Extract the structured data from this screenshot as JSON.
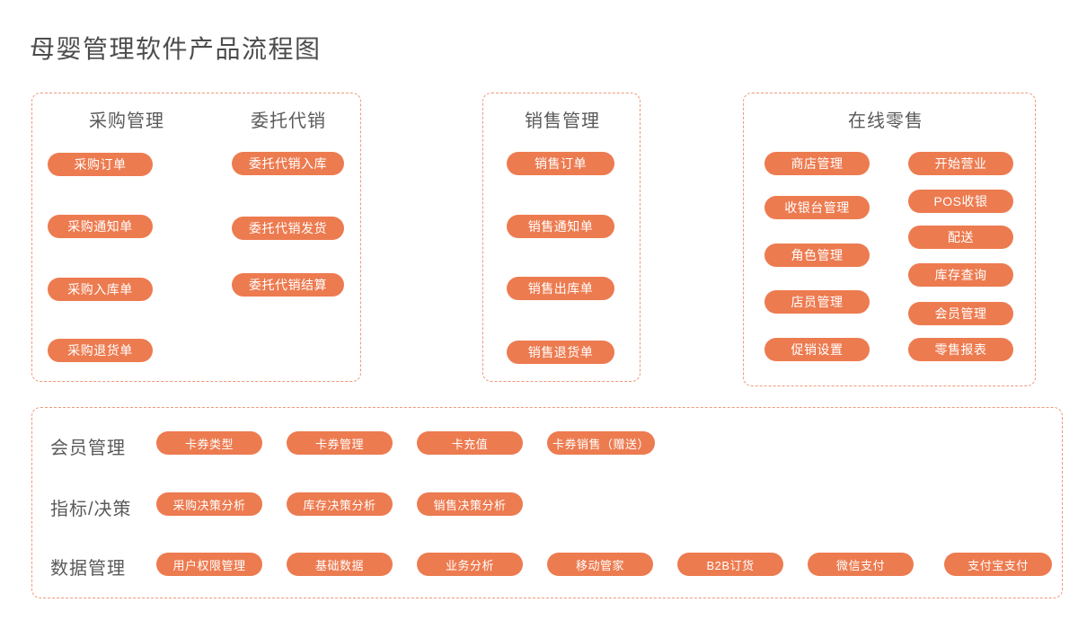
{
  "title": "母婴管理软件产品流程图",
  "colors": {
    "pill_fill": "#ed7b50",
    "dashed_border": "#f0997a",
    "heading_text": "#5a5a5a",
    "title_text": "#4c4c4c",
    "pill_text": "#ffffff"
  },
  "panels": [
    {
      "name": "purchase-consignment",
      "columns": [
        {
          "header": "采购管理",
          "items": [
            "采购订单",
            "采购通知单",
            "采购入库单",
            "采购退货单"
          ]
        },
        {
          "header": "委托代销",
          "items": [
            "委托代销入库",
            "委托代销发货",
            "委托代销结算"
          ]
        }
      ]
    },
    {
      "name": "sales",
      "columns": [
        {
          "header": "销售管理",
          "items": [
            "销售订单",
            "销售通知单",
            "销售出库单",
            "销售退货单"
          ]
        }
      ]
    },
    {
      "name": "online-retail",
      "header": "在线零售",
      "columns": [
        {
          "items": [
            "商店管理",
            "收银台管理",
            "角色管理",
            "店员管理",
            "促销设置"
          ]
        },
        {
          "items": [
            "开始营业",
            "POS收银",
            "配送",
            "库存查询",
            "会员管理",
            "零售报表"
          ]
        }
      ]
    }
  ],
  "bottom_panel": {
    "rows": [
      {
        "label": "会员管理",
        "items": [
          "卡券类型",
          "卡券管理",
          "卡充值",
          "卡券销售（赠送）"
        ]
      },
      {
        "label": "指标/决策",
        "items": [
          "采购决策分析",
          "库存决策分析",
          "销售决策分析"
        ]
      },
      {
        "label": "数据管理",
        "items": [
          "用户权限管理",
          "基础数据",
          "业务分析",
          "移动管家",
          "B2B订货",
          "微信支付",
          "支付宝支付"
        ]
      }
    ]
  }
}
